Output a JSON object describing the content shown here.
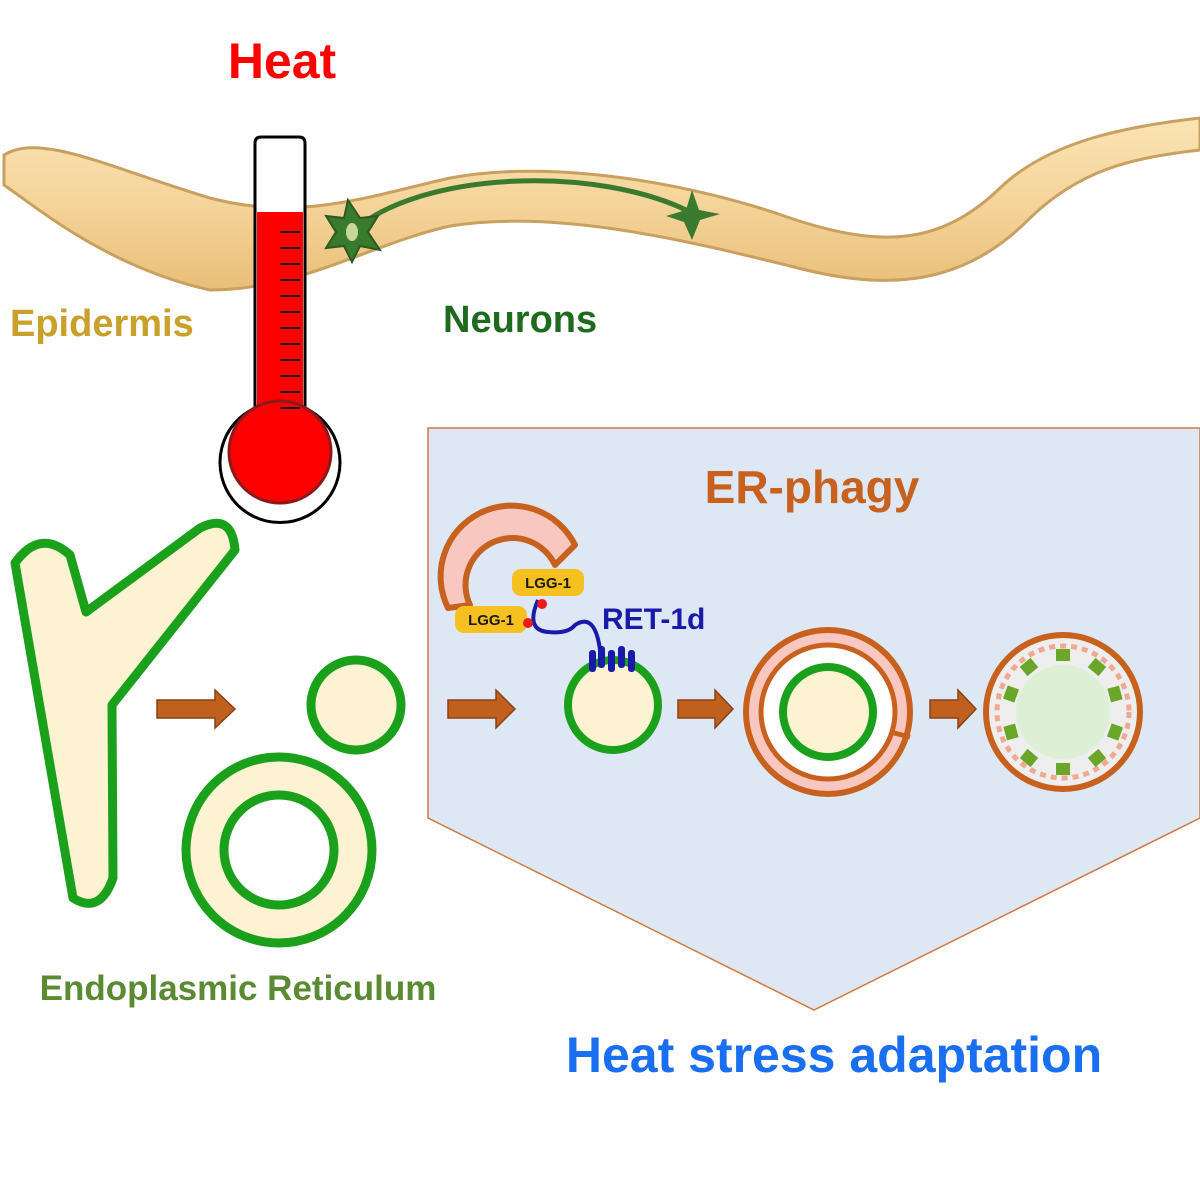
{
  "labels": {
    "heat": "Heat",
    "epidermis": "Epidermis",
    "neurons": "Neurons",
    "er_phagy": "ER-phagy",
    "lgg1_top": "LGG-1",
    "lgg1_left": "LGG-1",
    "ret1d": "RET-1d",
    "endoplasmic_reticulum": "Endoplasmic Reticulum",
    "heat_stress_adaptation": "Heat stress adaptation"
  },
  "colors": {
    "heat": "#ff0000",
    "epidermis": "#c8a02a",
    "neurons": "#1e6a1e",
    "er_phagy": "#c8601e",
    "ret1d": "#1a1aaa",
    "endoplasmic_reticulum": "#5a8a32",
    "heat_stress_adaptation": "#1a6ef0",
    "er_membrane": "#1aa01a",
    "er_lumen": "#fdf2d2",
    "panel_fill": "#dde8f4",
    "autophagosome": "#c8601e",
    "arrow": "#c0601e",
    "worm_body": "#f5d49a",
    "lgg1_badge": "#f5c020"
  }
}
